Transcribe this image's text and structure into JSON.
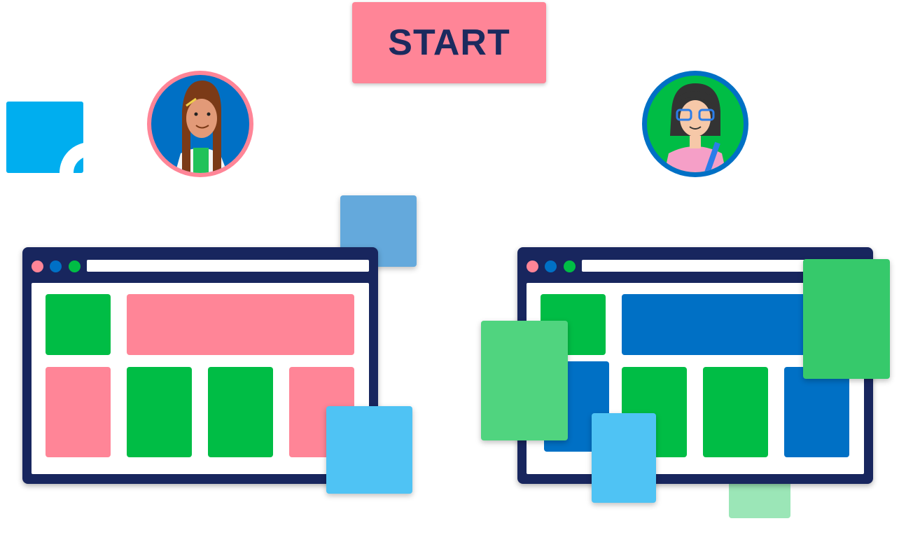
{
  "start_button": {
    "label": "START"
  },
  "avatars": [
    {
      "name": "avatar-woman-long-hair",
      "ring_color": "#ff8597",
      "bg_color": "#0070c5"
    },
    {
      "name": "avatar-woman-glasses",
      "ring_color": "#0070c5",
      "bg_color": "#00bd45"
    }
  ],
  "colors": {
    "navy": "#18265e",
    "pink": "#ff8597",
    "green": "#00bd45",
    "blue": "#0070c5",
    "light_blue": "#4fc3f4",
    "sky": "#00aeef",
    "mid_green": "#50d47f",
    "pale_green": "#9be6b7"
  }
}
